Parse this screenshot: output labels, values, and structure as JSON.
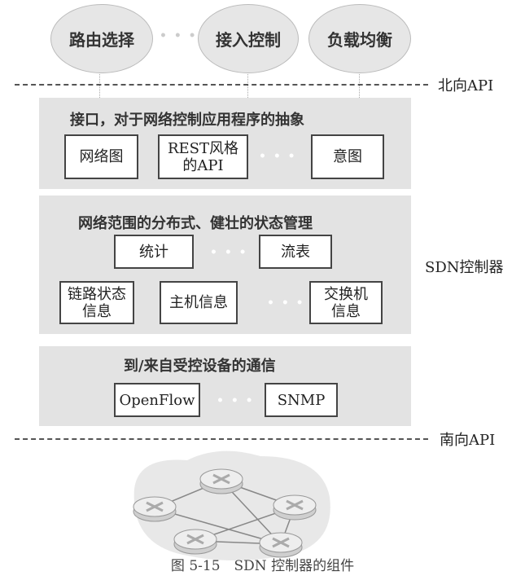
{
  "applications": [
    "路由选择",
    "接入控制",
    "负载均衡"
  ],
  "ellipsis": "• • •",
  "northbound_label": "北向API",
  "southbound_label": "南向API",
  "controller_label": "SDN控制器",
  "layer_interface": {
    "title": "接口，对于网络控制应用程序的抽象",
    "boxes": [
      "网络图",
      "REST风格的API",
      "意图"
    ]
  },
  "layer_state": {
    "title": "网络范围的分布式、健壮的状态管理",
    "boxes": [
      "统计",
      "流表",
      "链路状态信息",
      "主机信息",
      "交换机信息"
    ]
  },
  "layer_comm": {
    "title": "到/来自受控设备的通信",
    "boxes": [
      "OpenFlow",
      "SNMP"
    ]
  },
  "caption": "图 5-15　SDN 控制器的组件"
}
